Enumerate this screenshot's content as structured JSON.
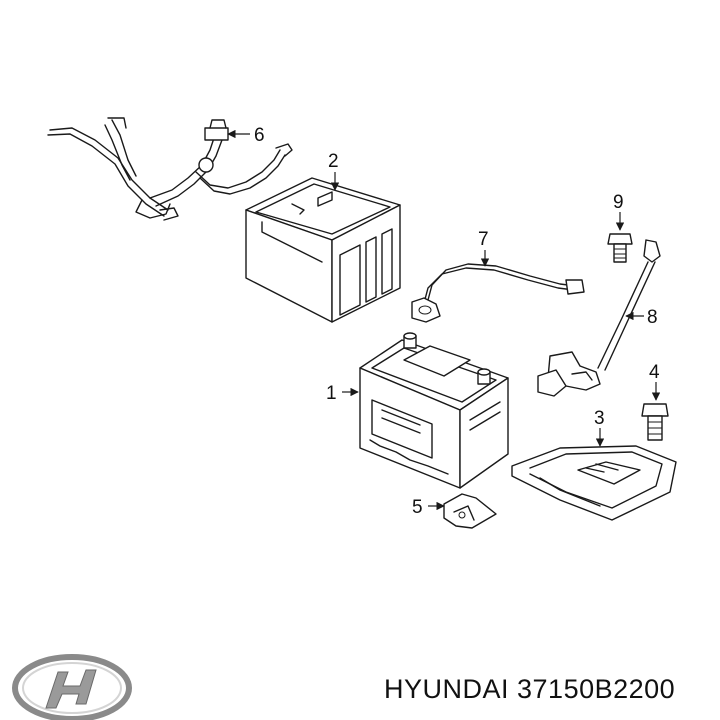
{
  "callouts": [
    {
      "id": "1",
      "label": "1",
      "part": "battery"
    },
    {
      "id": "2",
      "label": "2",
      "part": "battery-tray-box"
    },
    {
      "id": "3",
      "label": "3",
      "part": "battery-mounting-plate"
    },
    {
      "id": "4",
      "label": "4",
      "part": "bolt"
    },
    {
      "id": "5",
      "label": "5",
      "part": "hold-down-clamp"
    },
    {
      "id": "6",
      "label": "6",
      "part": "battery-cable-harness"
    },
    {
      "id": "7",
      "label": "7",
      "part": "negative-cable"
    },
    {
      "id": "8",
      "label": "8",
      "part": "ground-cable"
    },
    {
      "id": "9",
      "label": "9",
      "part": "small-bolt"
    }
  ],
  "brand": {
    "caption": "HYUNDAI 37150B2200",
    "logo": "hyundai-logo"
  }
}
